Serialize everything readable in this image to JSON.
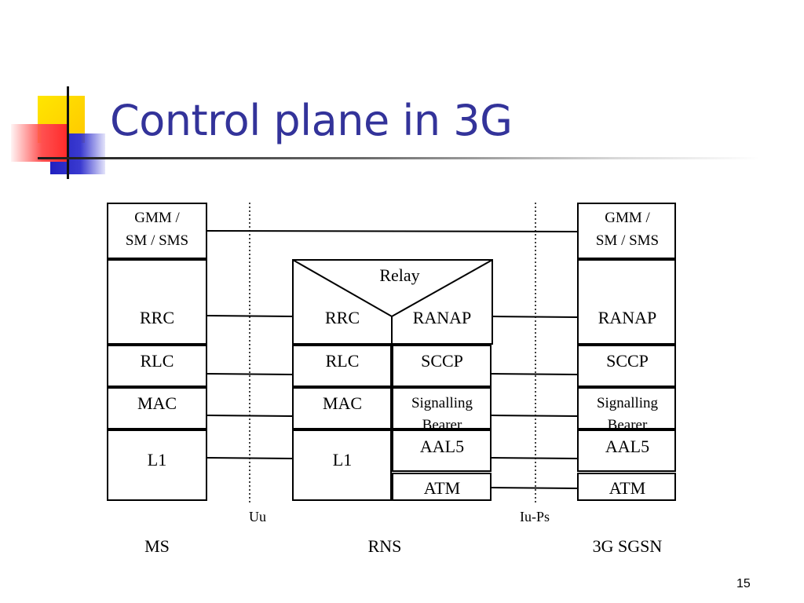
{
  "slide": {
    "title": "Control plane in 3G",
    "page_number": "15"
  },
  "diagram": {
    "nodes": {
      "ms": "MS",
      "rns": "RNS",
      "sgsn": "3G SGSN"
    },
    "interfaces": {
      "uu": "Uu",
      "iu_ps": "Iu-Ps"
    },
    "ms_stack": {
      "gmm_line1": "GMM /",
      "gmm_line2": "SM / SMS",
      "rrc": "RRC",
      "rlc": "RLC",
      "mac": "MAC",
      "l1": "L1"
    },
    "rns_stack": {
      "relay": "Relay",
      "rrc": "RRC",
      "rlc": "RLC",
      "mac": "MAC",
      "l1": "L1",
      "ranap": "RANAP",
      "sccp": "SCCP",
      "sig_line1": "Signalling",
      "sig_line2": "Bearer",
      "aal5": "AAL5",
      "atm": "ATM"
    },
    "sgsn_stack": {
      "gmm_line1": "GMM /",
      "gmm_line2": "SM / SMS",
      "ranap": "RANAP",
      "sccp": "SCCP",
      "sig_line1": "Signalling",
      "sig_line2": "Bearer",
      "aal5": "AAL5",
      "atm": "ATM"
    }
  },
  "colors": {
    "title": "#33339a",
    "deco_yellow": "#ffd800",
    "deco_red": "#ff3333",
    "deco_blue": "#2828c8"
  }
}
